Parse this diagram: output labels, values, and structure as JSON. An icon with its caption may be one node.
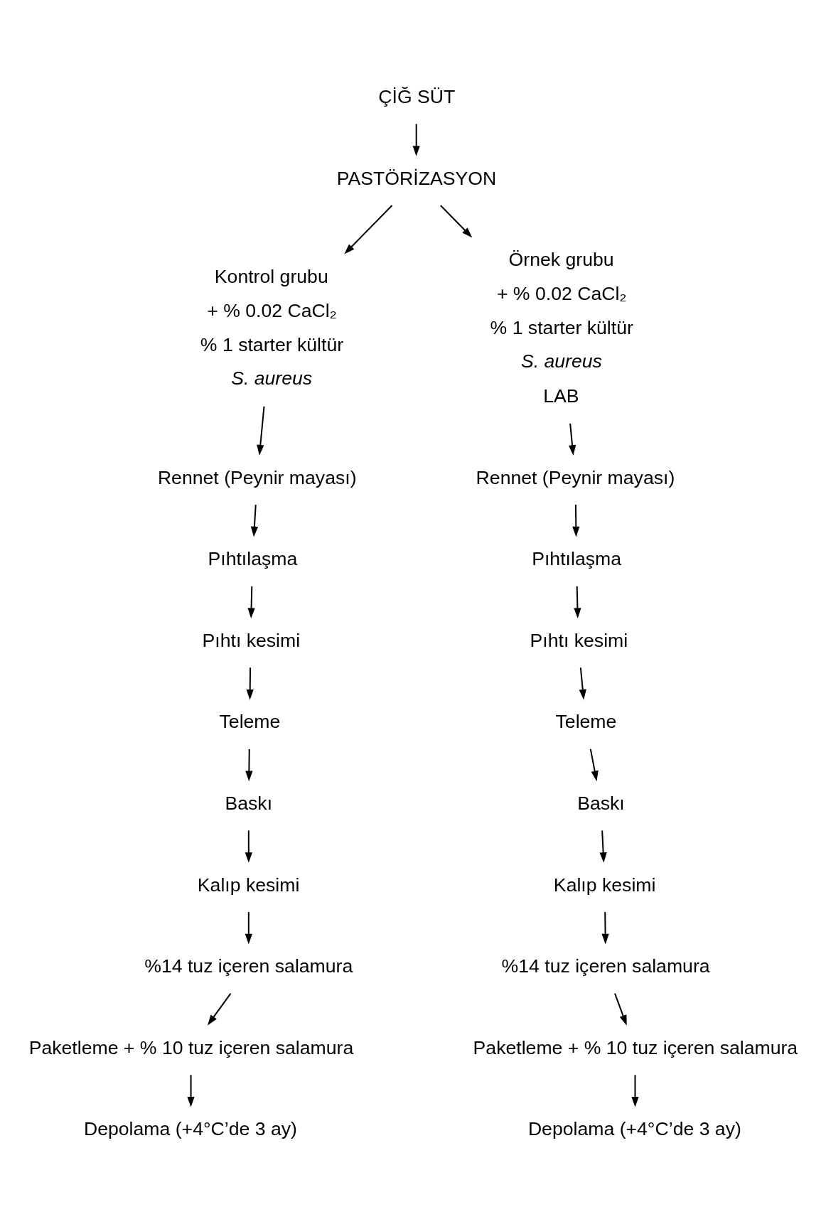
{
  "diagram": {
    "nodes": [
      {
        "text": [
          "ÇİĞ SÜT"
        ]
      },
      {
        "text": [
          "PASTÖRİZASYON"
        ]
      },
      {
        "text": [
          "+ % 0.02 CaCl₂",
          "% 1 starter kültür",
          "S. aureus"
        ],
        "beside": [
          "Kontrol grubu"
        ]
      },
      {
        "text": [
          "Rennet (Peynir mayası)"
        ]
      },
      {
        "text": [
          "Pıhtılaşma"
        ]
      },
      {
        "text": [
          "Pıhtı kesimi"
        ]
      },
      {
        "text": [
          "Teleme"
        ]
      },
      {
        "text": [
          "Baskı"
        ]
      },
      {
        "text": [
          "Kalıp kesimi"
        ]
      },
      {
        "text": [
          "%14 tuz içeren salamura"
        ]
      },
      {
        "text": [
          "Paketleme + % 10 tuz içeren salamura"
        ]
      },
      {
        "text": [
          "Depolama (+4°C’de 3 ay)"
        ]
      },
      {
        "text": [
          "+ % 0.02 CaCl₂",
          "% 1 starter kültür",
          "S. aureus",
          "LAB"
        ],
        "beside": [
          "Örnek grubu"
        ]
      },
      {
        "text": [
          "Rennet (Peynir mayası)"
        ]
      },
      {
        "text": [
          "Pıhtılaşma"
        ]
      },
      {
        "text": [
          "Pıhtı kesimi"
        ]
      },
      {
        "text": [
          "Teleme"
        ]
      },
      {
        "text": [
          "Baskı"
        ]
      },
      {
        "text": [
          "Kalıp kesimi"
        ]
      },
      {
        "text": [
          "%14 tuz içeren salamura"
        ]
      },
      {
        "text": [
          "Paketleme + % 10 tuz içeren salamura"
        ]
      },
      {
        "text": [
          "Depolama (+4°C’de 3 ay)"
        ]
      }
    ],
    "edges": [
      {
        "from": 0,
        "to": 1,
        "arrow": "to"
      },
      {
        "from": 1,
        "to": 2,
        "arrow": "to"
      },
      {
        "from": 1,
        "to": 12,
        "arrow": "to"
      },
      {
        "from": 2,
        "to": 3,
        "arrow": "to"
      },
      {
        "from": 3,
        "to": 4,
        "arrow": "to"
      },
      {
        "from": 4,
        "to": 5,
        "arrow": "to"
      },
      {
        "from": 5,
        "to": 6,
        "arrow": "to"
      },
      {
        "from": 6,
        "to": 7,
        "arrow": "to"
      },
      {
        "from": 7,
        "to": 8,
        "arrow": "to"
      },
      {
        "from": 8,
        "to": 9,
        "arrow": "to"
      },
      {
        "from": 9,
        "to": 10,
        "arrow": "to"
      },
      {
        "from": 10,
        "to": 11,
        "arrow": "to"
      },
      {
        "from": 12,
        "to": 13,
        "arrow": "to"
      },
      {
        "from": 13,
        "to": 14,
        "arrow": "to"
      },
      {
        "from": 14,
        "to": 15,
        "arrow": "to"
      },
      {
        "from": 15,
        "to": 16,
        "arrow": "to"
      },
      {
        "from": 16,
        "to": 17,
        "arrow": "to"
      },
      {
        "from": 17,
        "to": 18,
        "arrow": "to"
      },
      {
        "from": 18,
        "to": 19,
        "arrow": "to"
      },
      {
        "from": 19,
        "to": 20,
        "arrow": "to"
      },
      {
        "from": 20,
        "to": 21,
        "arrow": "to"
      }
    ]
  }
}
